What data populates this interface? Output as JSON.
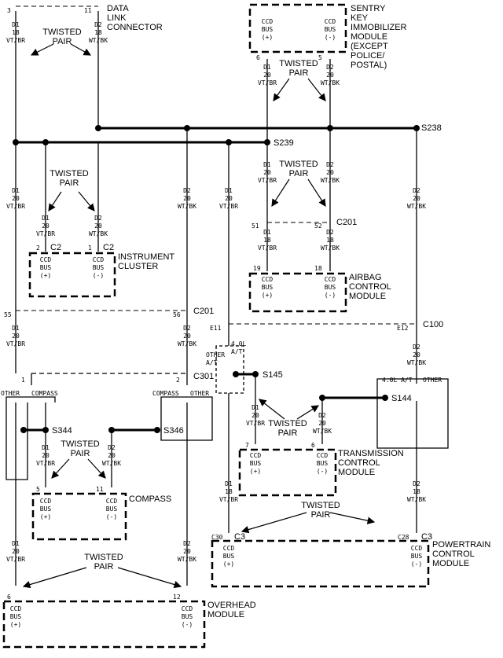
{
  "modules": {
    "dlc": {
      "name": "DATA\nLINK\nCONNECTOR",
      "pin_left": "3",
      "pin_right": "11"
    },
    "skim": {
      "name": "SENTRY\nKEY\nIMMOBILIZER\nMODULE\n(EXCEPT\nPOLICE/\nPOSTAL)",
      "pin_left": "6",
      "pin_right": "5"
    },
    "cluster": {
      "name": "INSTRUMENT\nCLUSTER",
      "pin_left": "2",
      "pin_right": "1",
      "connector": "C2"
    },
    "airbag": {
      "name": "AIRBAG\nCONTROL\nMODULE",
      "pin_left": "19",
      "pin_right": "18"
    },
    "tcm": {
      "name": "TRANSMISSION\nCONTROL\nMODULE",
      "pin_left": "7",
      "pin_right": "6"
    },
    "compass": {
      "name": "COMPASS",
      "pin_left": "5",
      "pin_right": "11"
    },
    "pcm": {
      "name": "POWERTRAIN\nCONTROL\nMODULE",
      "pin_left": "C30",
      "pin_right": "C28",
      "connector": "C3"
    },
    "overhead": {
      "name": "OVERHEAD\nMODULE",
      "pin_left": "6",
      "pin_right": "12"
    }
  },
  "ccd_bus_plus": "CCD\nBUS\n(+)",
  "ccd_bus_minus": "CCD\nBUS\n(-)",
  "wires": {
    "d1_18": "D1\n18\nVT/BR",
    "d2_18": "D2\n18\nWT/BK",
    "d1_20": "D1\n20\nVT/BR",
    "d2_20": "D2\n20\nWT/BK"
  },
  "twisted_pair": "TWISTED\nPAIR",
  "splices": {
    "s238": "S238",
    "s239": "S239",
    "s145": "S145",
    "s144": "S144",
    "s344": "S344",
    "s346": "S346"
  },
  "connectors": {
    "c201": "C201",
    "c100": "C100",
    "c301": "C301",
    "p51": "51",
    "p52": "52",
    "p55": "55",
    "p56": "56",
    "e11": "E11",
    "e12": "E12",
    "p1": "1",
    "p2": "2"
  },
  "options": {
    "other": "OTHER",
    "compass": "COMPASS",
    "engine_at": "4.0L\nA/T",
    "other_at": "OTHER\nA/T",
    "l40_at": "4.0L A/T"
  }
}
